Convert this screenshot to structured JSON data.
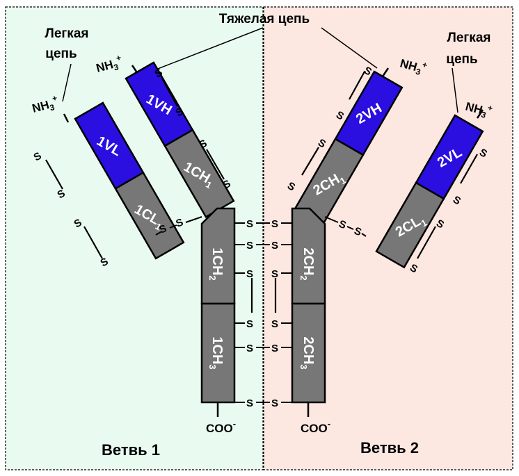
{
  "colors": {
    "branch1_bg": "#E9FBF0",
    "branch2_bg": "#FCE7E1",
    "variable_domain": "#2A0FE0",
    "constant_domain": "#777777"
  },
  "labels": {
    "heavy_chain": "Тяжелая цепь",
    "light_chain_left_line1": "Легкая",
    "light_chain_left_line2": "цепь",
    "light_chain_right_line1": "Легкая",
    "light_chain_right_line2": "цепь",
    "branch1": "Ветвь 1",
    "branch2": "Ветвь 2",
    "nh3": "NH",
    "nh3_sub": "3",
    "nh3_sup": "+",
    "coo": "COO",
    "coo_sup": "-",
    "disulfide_atom": "S"
  },
  "domains": {
    "1VL": "1VL",
    "1CL": "1CL",
    "1CL_sub": "1",
    "1VH": "1VH",
    "1CH1": "1CH",
    "1CH1_sub": "1",
    "1CH2": "1CH",
    "1CH2_sub": "2",
    "1CH3": "1CH",
    "1CH3_sub": "3",
    "2VL": "2VL",
    "2CL": "2CL",
    "2CL_sub": "1",
    "2VH": "2VH",
    "2CH1": "2CH",
    "2CH1_sub": "1",
    "2CH2": "2CH",
    "2CH2_sub": "2",
    "2CH3": "2CH",
    "2CH3_sub": "3"
  }
}
